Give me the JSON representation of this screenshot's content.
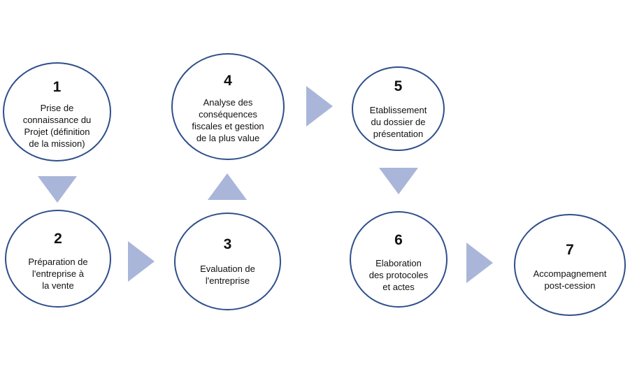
{
  "steps": [
    {
      "number": "1",
      "label": "Prise de\nconnaissance du\nProjet (définition\nde la mission)"
    },
    {
      "number": "2",
      "label": "Préparation de\nl'entreprise à\nla vente"
    },
    {
      "number": "3",
      "label": "Evaluation de\nl'entreprise"
    },
    {
      "number": "4",
      "label": "Analyse des\nconséquences\nfiscales et gestion\nde la plus value"
    },
    {
      "number": "5",
      "label": "Etablissement\ndu dossier de\nprésentation"
    },
    {
      "number": "6",
      "label": "Elaboration\ndes protocoles\net actes"
    },
    {
      "number": "7",
      "label": "Accompagnement\npost-cession"
    }
  ],
  "colors": {
    "circle_border": "#2f4f8a",
    "arrow_fill": "#a9b6d9"
  }
}
